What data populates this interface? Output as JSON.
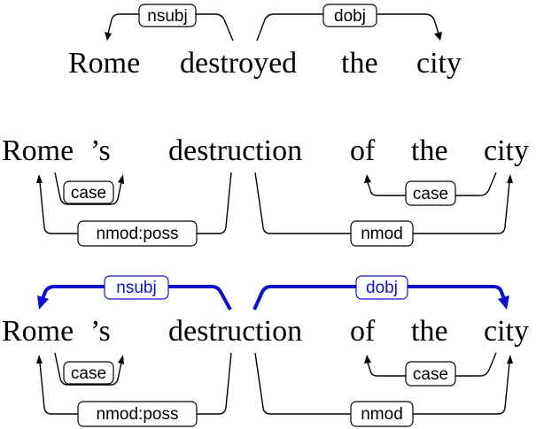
{
  "colors": {
    "ink": "#000000",
    "highlight": "#1010cc",
    "background": "#ffffff"
  },
  "panels": [
    {
      "words": [
        "Rome",
        "destroyed",
        "the",
        "city"
      ],
      "arcs": [
        {
          "label": "nsubj",
          "from": "destroyed",
          "to": "Rome",
          "side": "above"
        },
        {
          "label": "dobj",
          "from": "destroyed",
          "to": "city",
          "side": "above"
        }
      ]
    },
    {
      "words": [
        "Rome",
        "’s",
        "destruction",
        "of",
        "the",
        "city"
      ],
      "arcs": [
        {
          "label": "case",
          "from": "Rome",
          "to": "’s",
          "side": "below"
        },
        {
          "label": "nmod:poss",
          "from": "destruction",
          "to": "Rome",
          "side": "below"
        },
        {
          "label": "case",
          "from": "city",
          "to": "of",
          "side": "below"
        },
        {
          "label": "nmod",
          "from": "destruction",
          "to": "city",
          "side": "below"
        }
      ]
    },
    {
      "words": [
        "Rome",
        "’s",
        "destruction",
        "of",
        "the",
        "city"
      ],
      "arcs": [
        {
          "label": "nsubj",
          "from": "destruction",
          "to": "Rome",
          "side": "above",
          "highlighted": true
        },
        {
          "label": "dobj",
          "from": "destruction",
          "to": "city",
          "side": "above",
          "highlighted": true
        },
        {
          "label": "case",
          "from": "Rome",
          "to": "’s",
          "side": "below"
        },
        {
          "label": "nmod:poss",
          "from": "destruction",
          "to": "Rome",
          "side": "below"
        },
        {
          "label": "case",
          "from": "city",
          "to": "of",
          "side": "below"
        },
        {
          "label": "nmod",
          "from": "destruction",
          "to": "city",
          "side": "below"
        }
      ]
    }
  ]
}
